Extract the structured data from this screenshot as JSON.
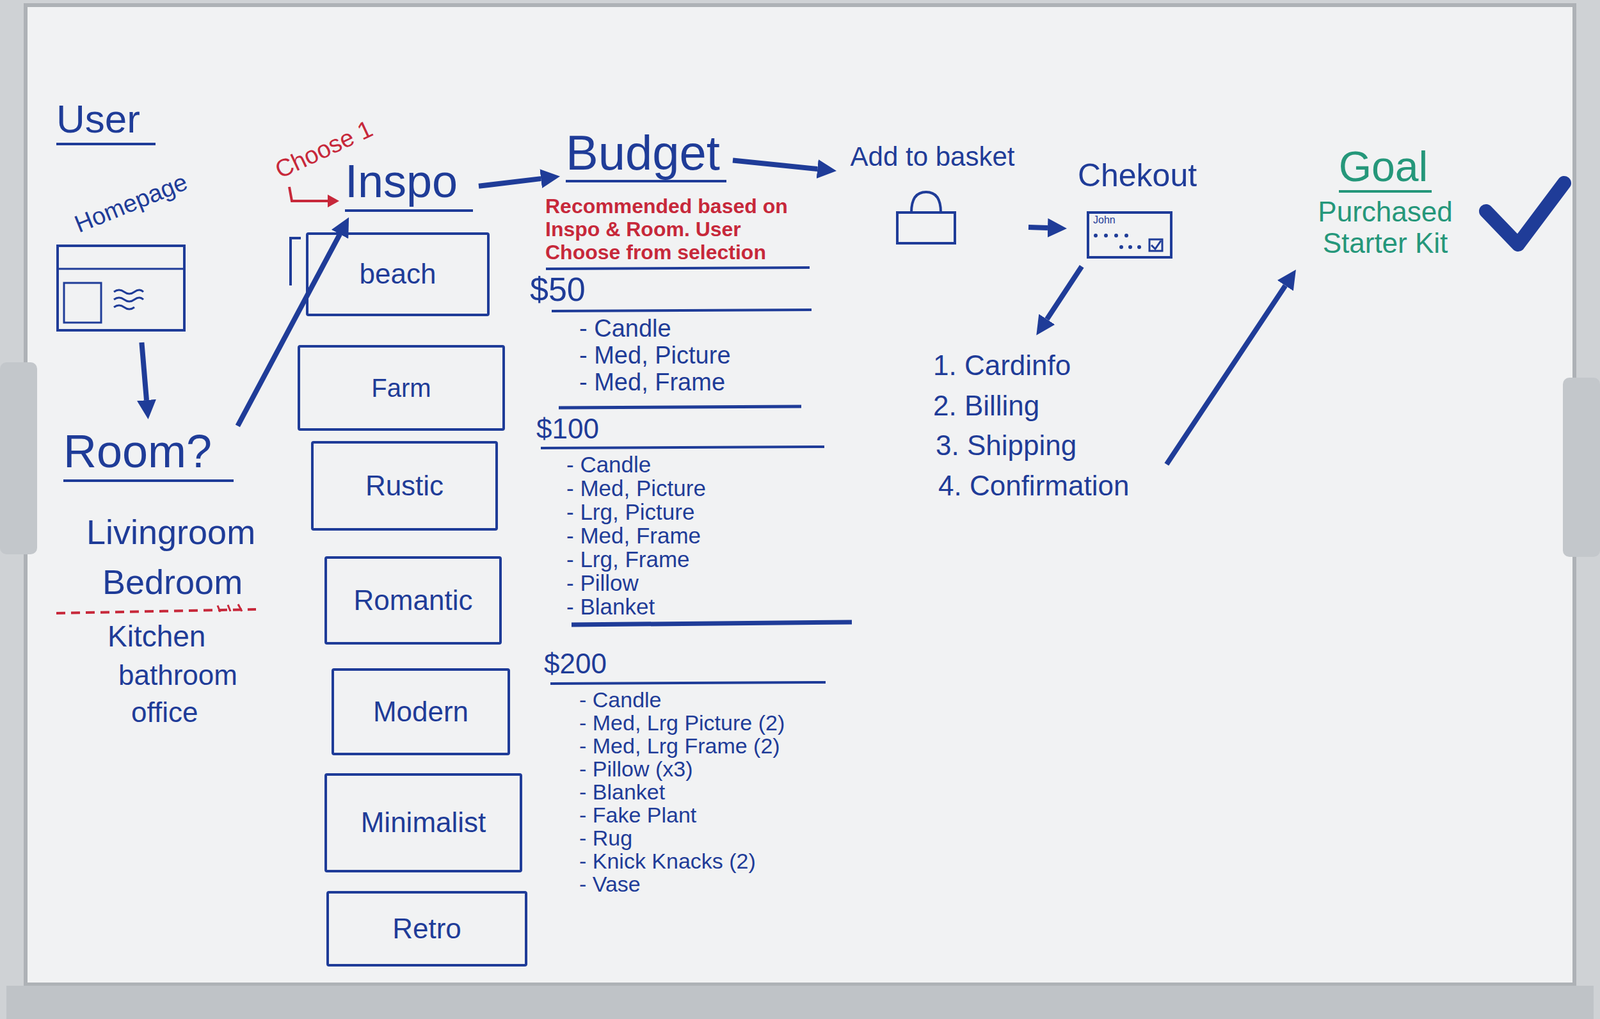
{
  "diagram": {
    "nodes": [
      {
        "text": [
          "Homepage"
        ]
      },
      {
        "text": [
          "Room?"
        ]
      },
      {
        "text": [
          "Inspo"
        ]
      },
      {
        "text": [
          "beach"
        ]
      },
      {
        "text": [
          "Farm"
        ]
      },
      {
        "text": [
          "Rustic"
        ]
      },
      {
        "text": [
          "Romantic"
        ]
      },
      {
        "text": [
          "Modern"
        ]
      },
      {
        "text": [
          "Minimalist"
        ]
      },
      {
        "text": [
          "Retro"
        ]
      },
      {
        "text": [
          "Budget"
        ]
      },
      {
        "text": [
          "Add to basket"
        ]
      },
      {
        "text": [
          "Chekout"
        ]
      },
      {
        "text": [
          "1. Cardinfo",
          "2. Billing",
          "3. Shipping",
          "4. Confirmation"
        ]
      },
      {
        "text": [
          "Goal",
          "Purchased Starter Kit"
        ]
      }
    ],
    "edges": [
      {
        "from": 0,
        "to": 1,
        "arrow": "to"
      },
      {
        "from": 1,
        "to": 2,
        "arrow": "to"
      },
      {
        "from": 2,
        "to": 10,
        "arrow": "to"
      },
      {
        "from": 10,
        "to": 11,
        "arrow": "to"
      },
      {
        "from": 11,
        "to": 12,
        "arrow": "to"
      },
      {
        "from": 12,
        "to": 13,
        "arrow": "to"
      },
      {
        "from": 13,
        "to": 14,
        "arrow": "to"
      }
    ],
    "labels": [
      "User",
      "Choose 1",
      "Recommended based on Inspo & Room. User Choose from selection",
      "Livingroom",
      "Bedroom",
      "Kitchen",
      "bathroom",
      "office",
      "$50",
      "- Candle",
      "- Med, Picture",
      "- Med, Frame",
      "$100",
      "- Candle",
      "- Med, Picture",
      "- Lrg, Picture",
      "- Med, Frame",
      "- Lrg, Frame",
      "- Pillow",
      "- Blanket",
      "$200",
      "- Candle",
      "- Med, Lrg Picture (2)",
      "- Med, Lrg Frame (2)",
      "- Pillow (x3)",
      "- Blanket",
      "- Fake Plant",
      "- Rug",
      "- Knick Knacks (2)",
      "- Vase",
      "John"
    ]
  }
}
